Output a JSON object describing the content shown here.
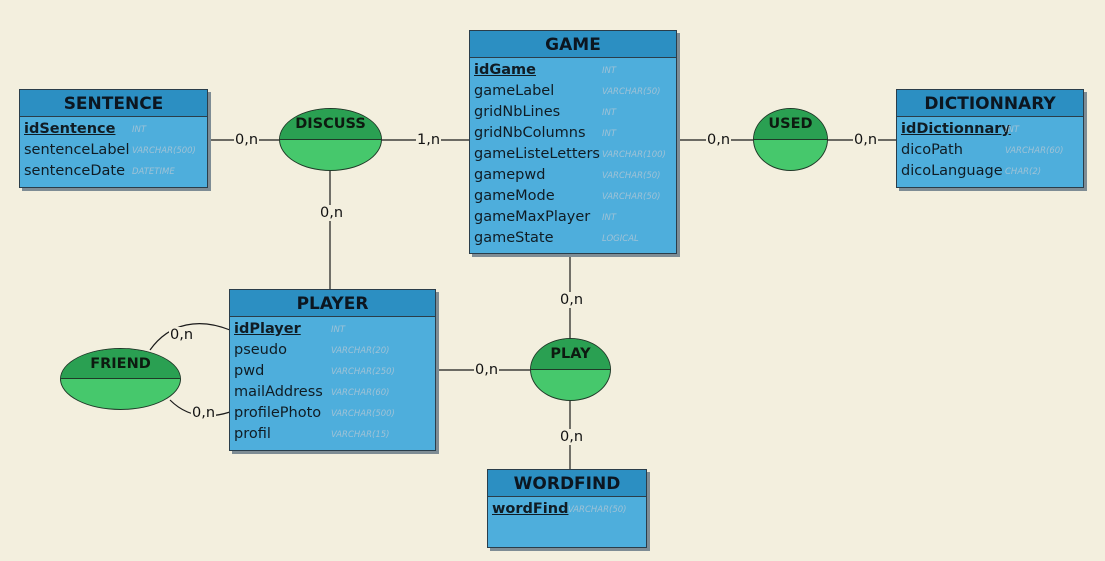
{
  "entities": {
    "game": {
      "title": "GAME",
      "fields": [
        {
          "name": "idGame",
          "type": "INT",
          "pk": true
        },
        {
          "name": "gameLabel",
          "type": "VARCHAR(50)"
        },
        {
          "name": "gridNbLines",
          "type": "INT"
        },
        {
          "name": "gridNbColumns",
          "type": "INT"
        },
        {
          "name": "gameListeLetters",
          "type": "VARCHAR(100)"
        },
        {
          "name": "gamepwd",
          "type": "VARCHAR(50)"
        },
        {
          "name": "gameMode",
          "type": "VARCHAR(50)"
        },
        {
          "name": "gameMaxPlayer",
          "type": "INT"
        },
        {
          "name": "gameState",
          "type": "LOGICAL"
        }
      ]
    },
    "sentence": {
      "title": "SENTENCE",
      "fields": [
        {
          "name": "idSentence",
          "type": "INT",
          "pk": true
        },
        {
          "name": "sentenceLabel",
          "type": "VARCHAR(500)"
        },
        {
          "name": "sentenceDate",
          "type": "DATETIME"
        }
      ]
    },
    "dictionnary": {
      "title": "DICTIONNARY",
      "fields": [
        {
          "name": "idDictionnary",
          "type": "INT",
          "pk": true
        },
        {
          "name": "dicoPath",
          "type": "VARCHAR(60)"
        },
        {
          "name": "dicoLanguage",
          "type": "CHAR(2)"
        }
      ]
    },
    "player": {
      "title": "PLAYER",
      "fields": [
        {
          "name": "idPlayer",
          "type": "INT",
          "pk": true
        },
        {
          "name": "pseudo",
          "type": "VARCHAR(20)"
        },
        {
          "name": "pwd",
          "type": "VARCHAR(250)"
        },
        {
          "name": "mailAddress",
          "type": "VARCHAR(60)"
        },
        {
          "name": "profilePhoto",
          "type": "VARCHAR(500)"
        },
        {
          "name": "profil",
          "type": "VARCHAR(15)"
        }
      ]
    },
    "wordfind": {
      "title": "WORDFIND",
      "fields": [
        {
          "name": "wordFind",
          "type": "VARCHAR(50)",
          "pk": true
        }
      ]
    }
  },
  "associations": {
    "discuss": "DISCUSS",
    "used": "USED",
    "friend": "FRIEND",
    "play": "PLAY"
  },
  "cardinalities": {
    "sentence_discuss": "0,n",
    "discuss_game": "1,n",
    "discuss_player": "0,n",
    "game_used": "0,n",
    "used_dictionnary": "0,n",
    "game_play": "0,n",
    "player_play": "0,n",
    "play_wordfind": "0,n",
    "friend_player_top": "0,n",
    "friend_player_bottom": "0,n"
  },
  "colors": {
    "entity_body": "#4eaedc",
    "entity_header": "#2c8fc2",
    "association_body": "#46c86c",
    "association_header": "#2aa052",
    "background": "#f3efde"
  }
}
